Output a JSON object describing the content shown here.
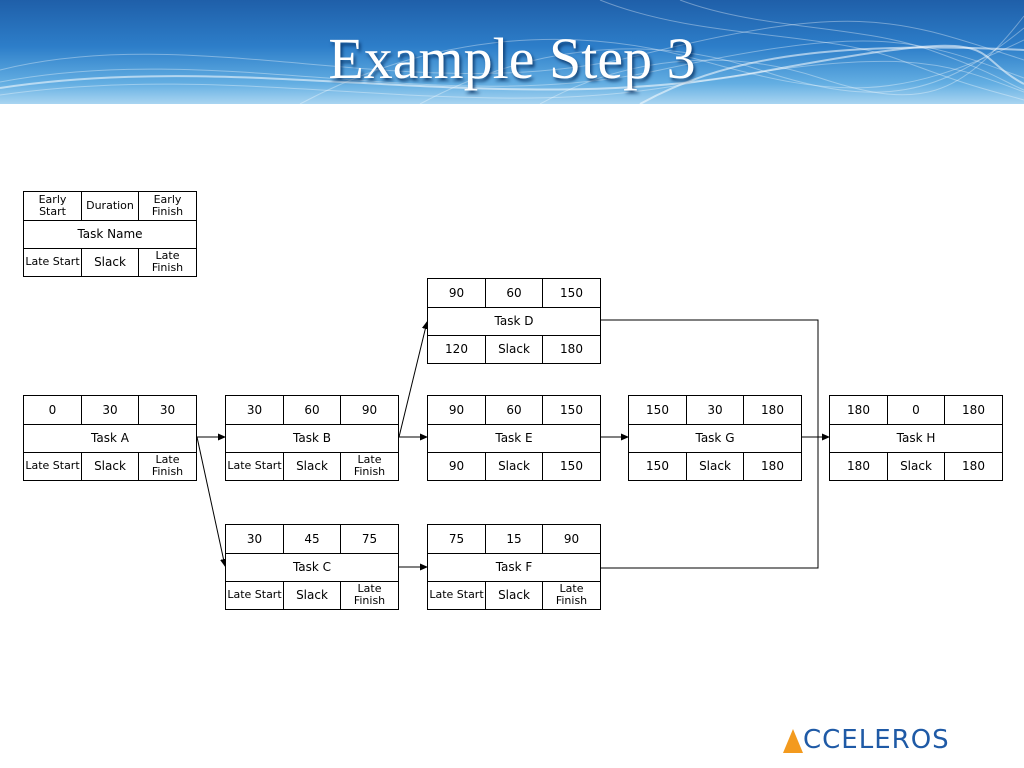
{
  "title": "Example Step 3",
  "legend": {
    "early_start": "Early Start",
    "duration": "Duration",
    "early_finish": "Early Finish",
    "task_name": "Task Name",
    "late_start": "Late Start",
    "slack": "Slack",
    "late_finish": "Late Finish"
  },
  "tasks": [
    {
      "id": "A",
      "es": "0",
      "duration": "30",
      "ef": "30",
      "name": "Task A",
      "ls": "Late Start",
      "slack": "Slack",
      "lf": "Late Finish"
    },
    {
      "id": "B",
      "es": "30",
      "duration": "60",
      "ef": "90",
      "name": "Task B",
      "ls": "Late Start",
      "slack": "Slack",
      "lf": "Late Finish"
    },
    {
      "id": "C",
      "es": "30",
      "duration": "45",
      "ef": "75",
      "name": "Task C",
      "ls": "Late Start",
      "slack": "Slack",
      "lf": "Late Finish"
    },
    {
      "id": "D",
      "es": "90",
      "duration": "60",
      "ef": "150",
      "name": "Task D",
      "ls": "120",
      "slack": "Slack",
      "lf": "180"
    },
    {
      "id": "E",
      "es": "90",
      "duration": "60",
      "ef": "150",
      "name": "Task E",
      "ls": "90",
      "slack": "Slack",
      "lf": "150"
    },
    {
      "id": "F",
      "es": "75",
      "duration": "15",
      "ef": "90",
      "name": "Task F",
      "ls": "Late Start",
      "slack": "Slack",
      "lf": "Late Finish"
    },
    {
      "id": "G",
      "es": "150",
      "duration": "30",
      "ef": "180",
      "name": "Task G",
      "ls": "150",
      "slack": "Slack",
      "lf": "180"
    },
    {
      "id": "H",
      "es": "180",
      "duration": "0",
      "ef": "180",
      "name": "Task H",
      "ls": "180",
      "slack": "Slack",
      "lf": "180"
    }
  ],
  "dependencies": [
    {
      "from": "A",
      "to": "B"
    },
    {
      "from": "A",
      "to": "C"
    },
    {
      "from": "B",
      "to": "D"
    },
    {
      "from": "B",
      "to": "E"
    },
    {
      "from": "C",
      "to": "F"
    },
    {
      "from": "E",
      "to": "G"
    },
    {
      "from": "D",
      "to": "H"
    },
    {
      "from": "G",
      "to": "H"
    },
    {
      "from": "F",
      "to": "H"
    }
  ],
  "logo": {
    "text": "CCELEROS",
    "accent_color": "#f39a1e",
    "text_color": "#1f5aa6"
  }
}
